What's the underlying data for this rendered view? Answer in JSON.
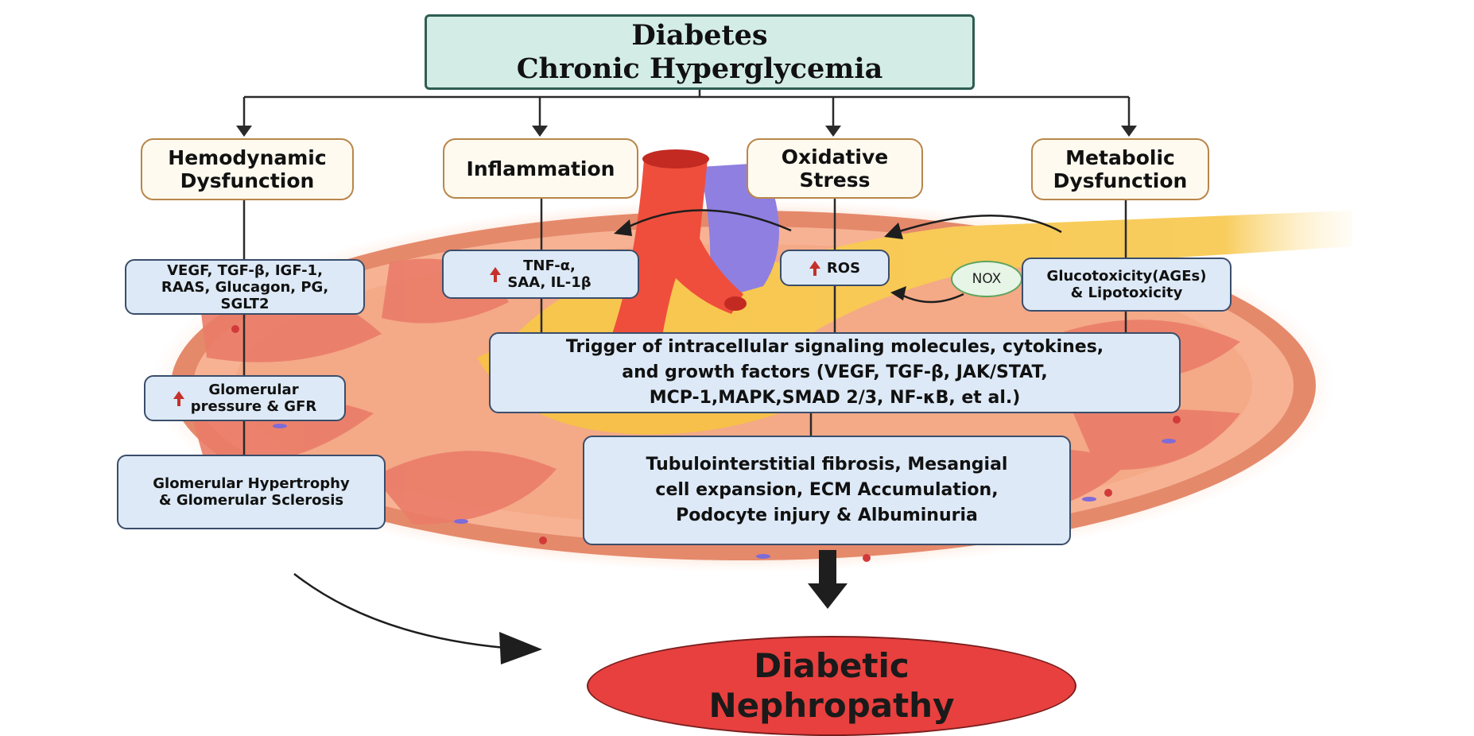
{
  "top": {
    "line1": "Diabetes",
    "line2": "Chronic Hyperglycemia"
  },
  "categories": [
    {
      "line1": "Hemodynamic",
      "line2": "Dysfunction"
    },
    {
      "line1": "Inflammation",
      "line2": ""
    },
    {
      "line1": "Oxidative",
      "line2": "Stress"
    },
    {
      "line1": "Metabolic",
      "line2": "Dysfunction"
    }
  ],
  "hemodynamic": {
    "mediators": [
      "VEGF, TGF-β, IGF-1,",
      "RAAS, Glucagon, PG,",
      "SGLT2"
    ],
    "pressure": [
      "Glomerular",
      "pressure & GFR"
    ],
    "hypertrophy": [
      "Glomerular Hypertrophy",
      "& Glomerular Sclerosis"
    ]
  },
  "inflammation": {
    "cytokines": [
      "TNF-α,",
      "SAA, IL-1β"
    ]
  },
  "oxidative": {
    "ros": "ROS",
    "nox": "NOX"
  },
  "metabolic": {
    "toxicity": [
      "Glucotoxicity(AGEs)",
      "& Lipotoxicity"
    ]
  },
  "signaling": [
    "Trigger of intracellular signaling molecules, cytokines,",
    "and growth factors (VEGF, TGF-β, JAK/STAT,",
    "MCP-1,MAPK,SMAD 2/3, NF-κB, et al.)"
  ],
  "injury": [
    "Tubulointerstitial fibrosis, Mesangial",
    "cell expansion, ECM Accumulation,",
    "Podocyte injury & Albuminuria"
  ],
  "outcome": [
    "Diabetic",
    "Nephropathy"
  ],
  "colors": {
    "up_arrow": "#c4312a",
    "outcome": "#e7403f",
    "top_box": "#d3ece6"
  }
}
